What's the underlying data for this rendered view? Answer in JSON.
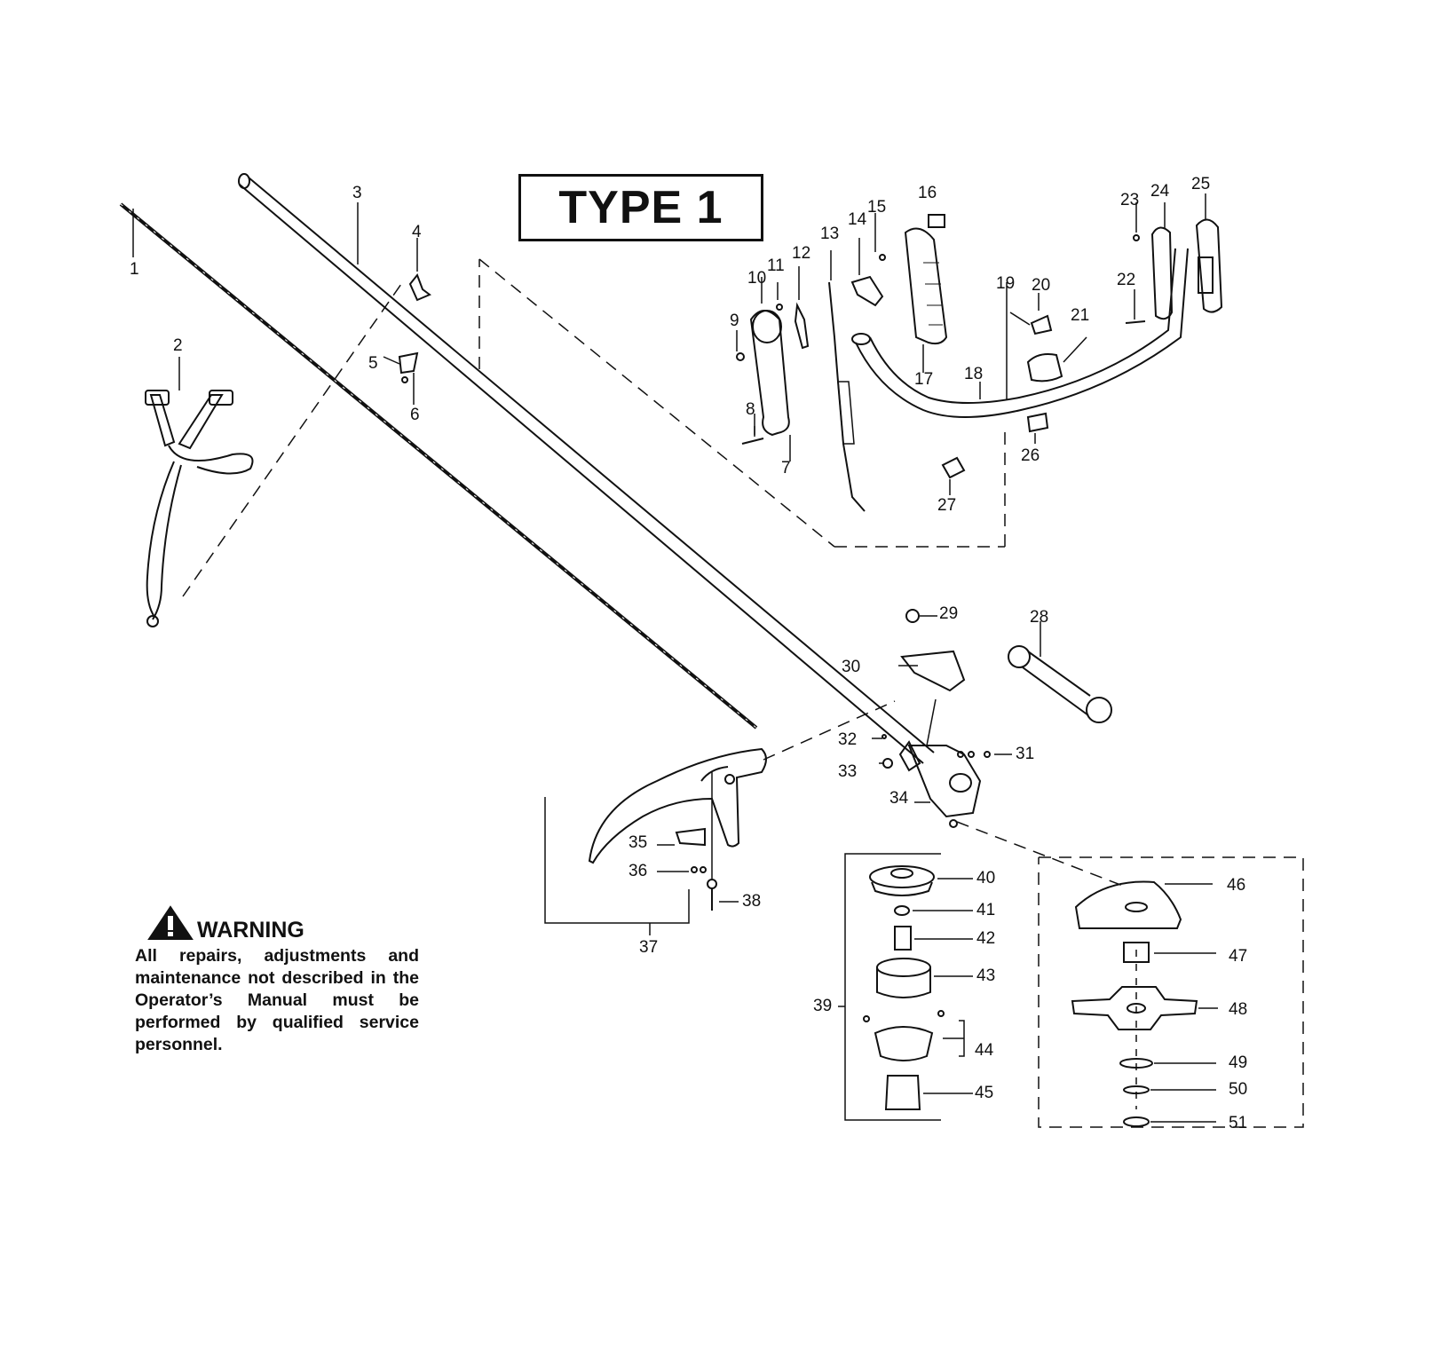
{
  "title": "TYPE 1",
  "warning": {
    "heading": "WARNING",
    "text": "All repairs, adjustments and maintenance not described in the Operator’s Manual must be performed by qualified service personnel."
  },
  "callouts": [
    "1",
    "2",
    "3",
    "4",
    "5",
    "6",
    "7",
    "8",
    "9",
    "10",
    "11",
    "12",
    "13",
    "14",
    "15",
    "16",
    "17",
    "18",
    "19",
    "20",
    "21",
    "22",
    "23",
    "24",
    "25",
    "26",
    "27",
    "28",
    "29",
    "30",
    "31",
    "32",
    "33",
    "34",
    "35",
    "36",
    "37",
    "38",
    "39",
    "40",
    "41",
    "42",
    "43",
    "44",
    "45",
    "46",
    "47",
    "48",
    "49",
    "50",
    "51"
  ]
}
